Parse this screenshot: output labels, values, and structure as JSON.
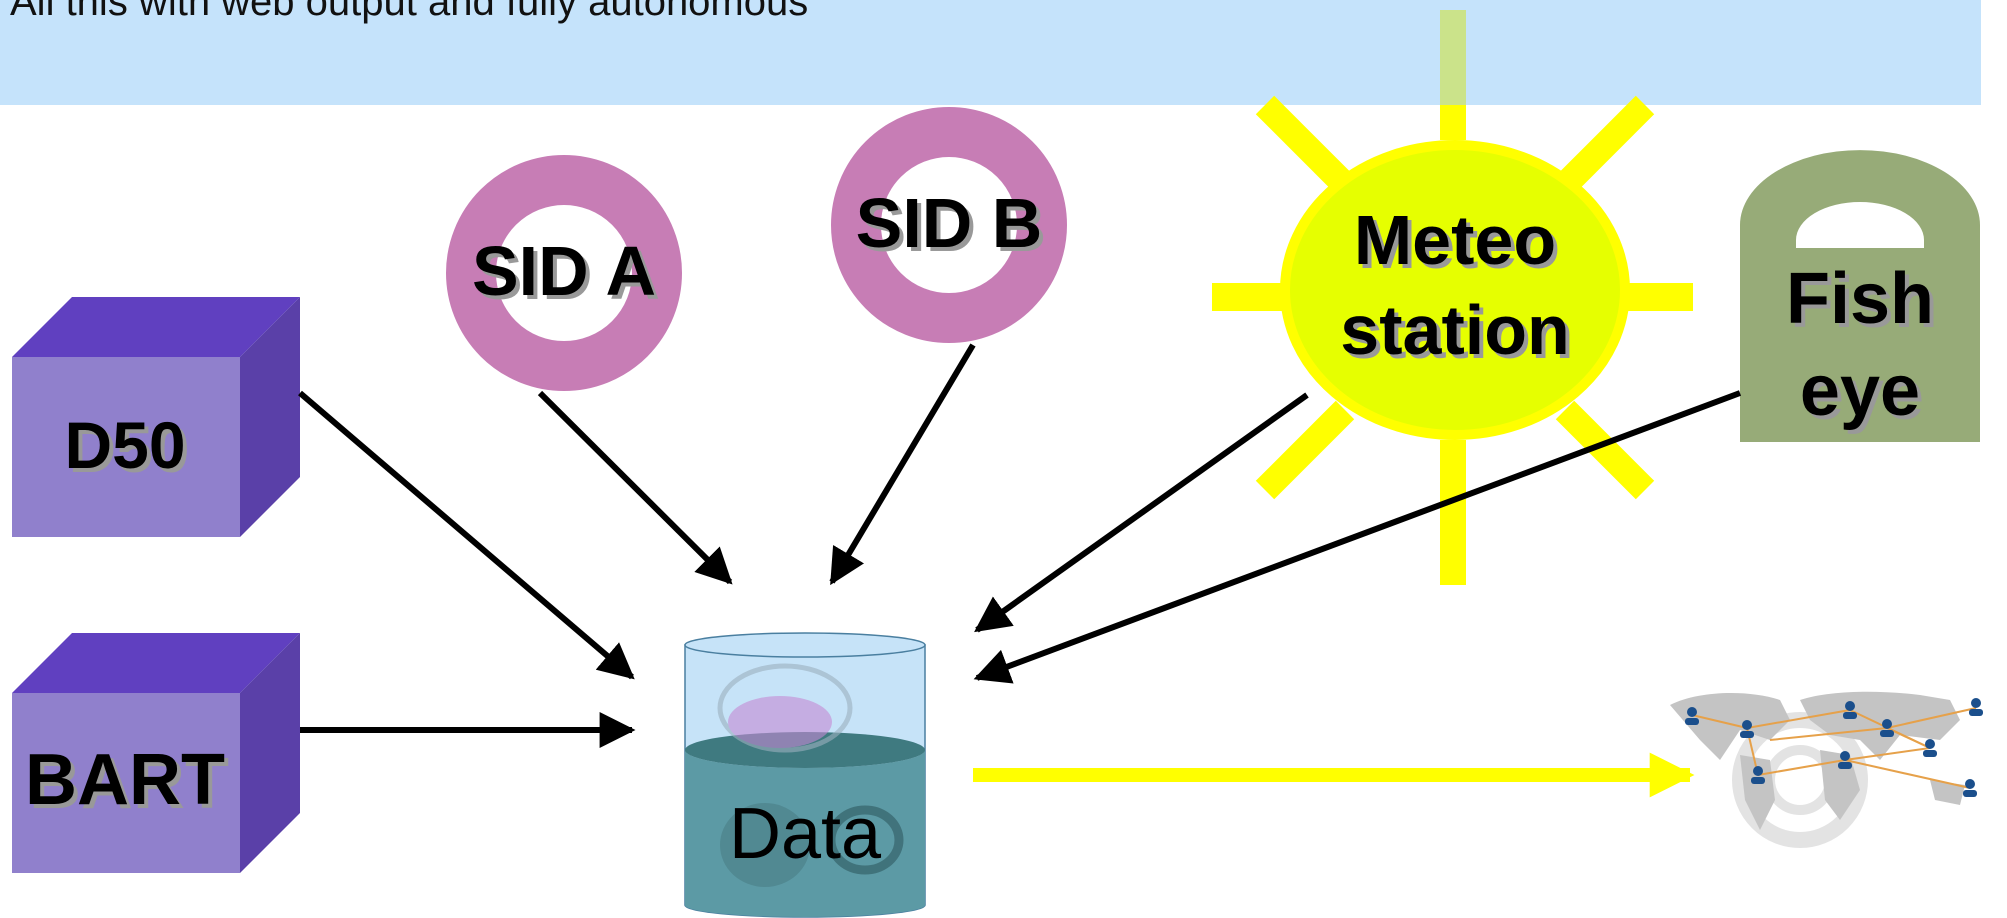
{
  "banner": {
    "text": "All this with web output and fully autonomous"
  },
  "nodes": {
    "d50": "D50",
    "bart": "BART",
    "sid_a": "SID A",
    "sid_b": "SID B",
    "meteo_line1": "Meteo",
    "meteo_line2": "station",
    "fisheye_line1": "Fish",
    "fisheye_line2": "eye",
    "data": "Data"
  },
  "colors": {
    "banner": "#c5e3fb",
    "cube_front": "#9080cc",
    "cube_top": "#6040c0",
    "cube_side": "#5a40a8",
    "ring": "#c77db5",
    "sun_body": "#e6ff00",
    "sun_rays": "#ffff00",
    "lock": "#97ab78",
    "db_top": "#c6e3f8",
    "db_fill": "#5c9aa5",
    "output_arrow": "#ffff00"
  },
  "icons": {
    "output": "world-network-icon",
    "data_decor": "jellyfish-image"
  }
}
